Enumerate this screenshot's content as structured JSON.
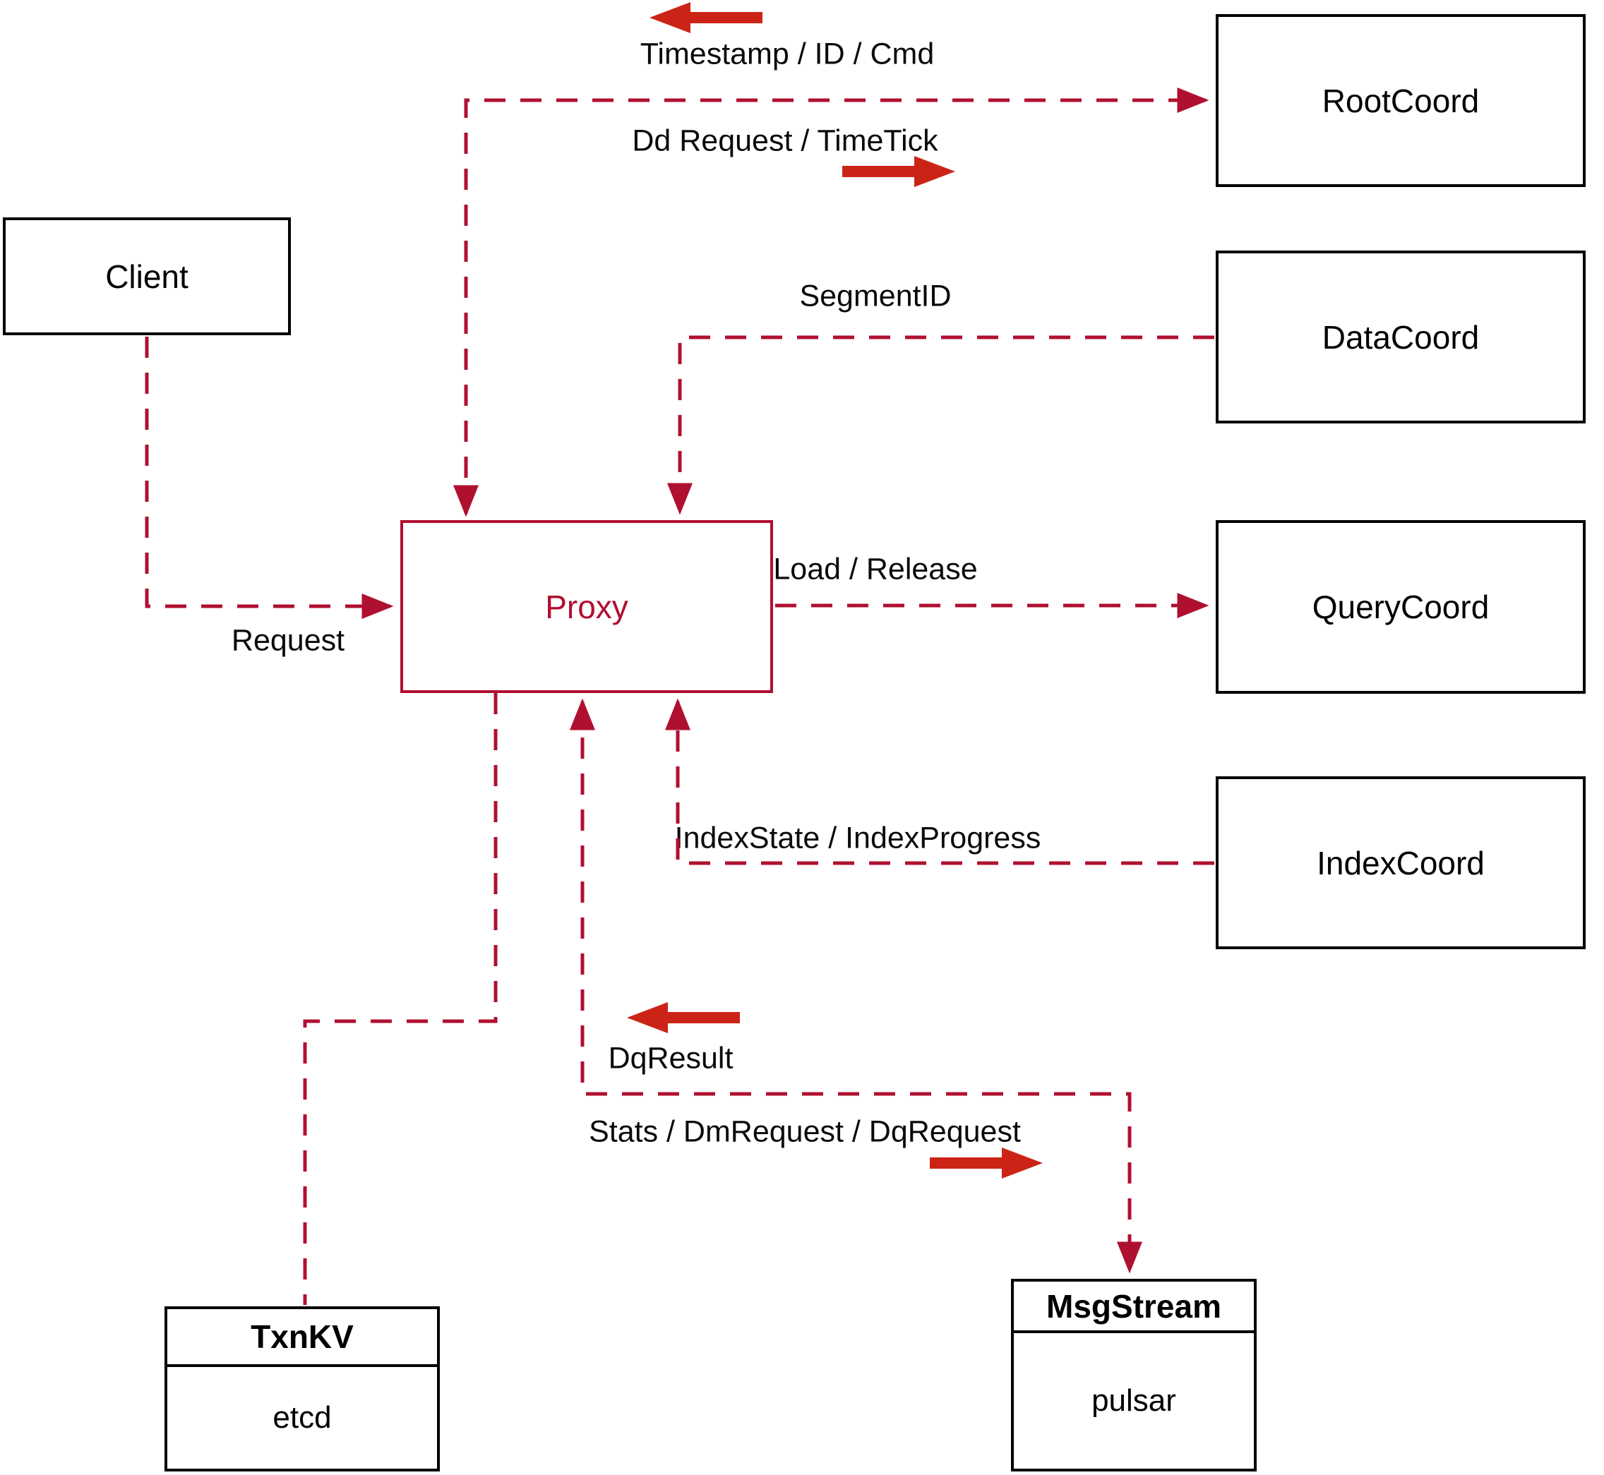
{
  "diagram": {
    "colors": {
      "connector": "#b01030",
      "solid_arrow": "#cb2417",
      "box_border": "#000000",
      "background": "#ffffff"
    },
    "nodes": {
      "client": {
        "label": "Client"
      },
      "proxy": {
        "label": "Proxy"
      },
      "rootcoord": {
        "label": "RootCoord"
      },
      "datacoord": {
        "label": "DataCoord"
      },
      "querycoord": {
        "label": "QueryCoord"
      },
      "indexcoord": {
        "label": "IndexCoord"
      },
      "txnkv": {
        "title": "TxnKV",
        "body": "etcd"
      },
      "msgstream": {
        "title": "MsgStream",
        "body": "pulsar"
      }
    },
    "edge_labels": {
      "timestamp": "Timestamp / ID / Cmd",
      "dd_request": "Dd Request / TimeTick",
      "segment_id": "SegmentID",
      "request": "Request",
      "load_release": "Load / Release",
      "index_state": "IndexState / IndexProgress",
      "dq_result": "DqResult",
      "stats": "Stats / DmRequest / DqRequest"
    }
  }
}
